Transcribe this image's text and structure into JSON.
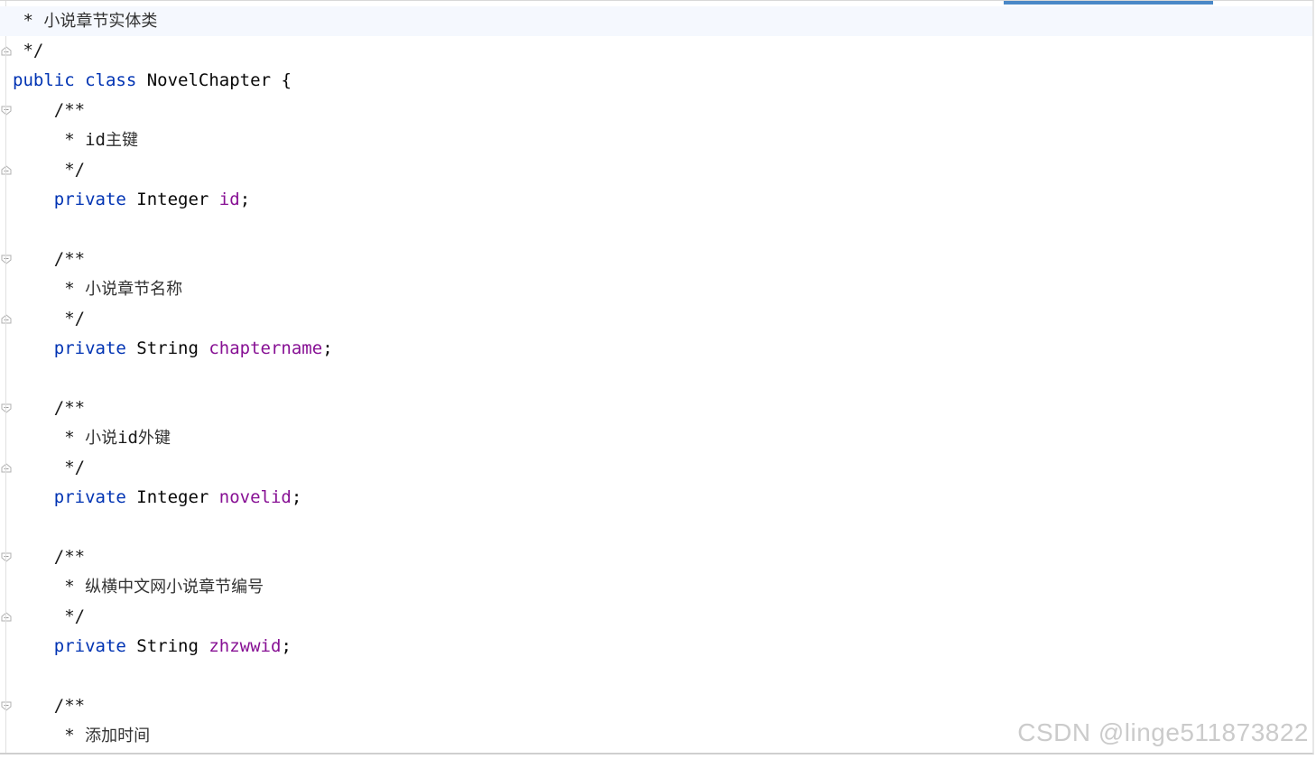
{
  "editor": {
    "lines": [
      {
        "indent": "",
        "parts": [
          {
            "t": "cmt",
            "v": " * "
          },
          {
            "t": "cjk",
            "v": "小说章节实体类"
          }
        ],
        "current": true
      },
      {
        "indent": "",
        "parts": [
          {
            "t": "cmt",
            "v": " */"
          }
        ]
      },
      {
        "indent": "",
        "parts": [
          {
            "t": "kw",
            "v": "public"
          },
          {
            "t": "plain",
            "v": " "
          },
          {
            "t": "kw",
            "v": "class"
          },
          {
            "t": "plain",
            "v": " NovelChapter {"
          }
        ]
      },
      {
        "indent": "    ",
        "parts": [
          {
            "t": "cmt",
            "v": "/**"
          }
        ]
      },
      {
        "indent": "    ",
        "parts": [
          {
            "t": "cmt",
            "v": " * id"
          },
          {
            "t": "cjk",
            "v": "主键"
          }
        ]
      },
      {
        "indent": "    ",
        "parts": [
          {
            "t": "cmt",
            "v": " */"
          }
        ]
      },
      {
        "indent": "    ",
        "parts": [
          {
            "t": "kw",
            "v": "private"
          },
          {
            "t": "plain",
            "v": " Integer "
          },
          {
            "t": "field",
            "v": "id"
          },
          {
            "t": "plain",
            "v": ";"
          }
        ]
      },
      {
        "indent": "",
        "parts": []
      },
      {
        "indent": "    ",
        "parts": [
          {
            "t": "cmt",
            "v": "/**"
          }
        ]
      },
      {
        "indent": "    ",
        "parts": [
          {
            "t": "cmt",
            "v": " * "
          },
          {
            "t": "cjk",
            "v": "小说章节名称"
          }
        ]
      },
      {
        "indent": "    ",
        "parts": [
          {
            "t": "cmt",
            "v": " */"
          }
        ]
      },
      {
        "indent": "    ",
        "parts": [
          {
            "t": "kw",
            "v": "private"
          },
          {
            "t": "plain",
            "v": " String "
          },
          {
            "t": "field",
            "v": "chaptername"
          },
          {
            "t": "plain",
            "v": ";"
          }
        ]
      },
      {
        "indent": "",
        "parts": []
      },
      {
        "indent": "    ",
        "parts": [
          {
            "t": "cmt",
            "v": "/**"
          }
        ]
      },
      {
        "indent": "    ",
        "parts": [
          {
            "t": "cmt",
            "v": " * "
          },
          {
            "t": "cjk",
            "v": "小说"
          },
          {
            "t": "cmt",
            "v": "id"
          },
          {
            "t": "cjk",
            "v": "外键"
          }
        ]
      },
      {
        "indent": "    ",
        "parts": [
          {
            "t": "cmt",
            "v": " */"
          }
        ]
      },
      {
        "indent": "    ",
        "parts": [
          {
            "t": "kw",
            "v": "private"
          },
          {
            "t": "plain",
            "v": " Integer "
          },
          {
            "t": "field",
            "v": "novelid"
          },
          {
            "t": "plain",
            "v": ";"
          }
        ]
      },
      {
        "indent": "",
        "parts": []
      },
      {
        "indent": "    ",
        "parts": [
          {
            "t": "cmt",
            "v": "/**"
          }
        ]
      },
      {
        "indent": "    ",
        "parts": [
          {
            "t": "cmt",
            "v": " * "
          },
          {
            "t": "cjk",
            "v": "纵横中文网小说章节编号"
          }
        ]
      },
      {
        "indent": "    ",
        "parts": [
          {
            "t": "cmt",
            "v": " */"
          }
        ]
      },
      {
        "indent": "    ",
        "parts": [
          {
            "t": "kw",
            "v": "private"
          },
          {
            "t": "plain",
            "v": " String "
          },
          {
            "t": "field",
            "v": "zhzwwid"
          },
          {
            "t": "plain",
            "v": ";"
          }
        ]
      },
      {
        "indent": "",
        "parts": []
      },
      {
        "indent": "    ",
        "parts": [
          {
            "t": "cmt",
            "v": "/**"
          }
        ]
      },
      {
        "indent": "    ",
        "parts": [
          {
            "t": "cmt",
            "v": " * "
          },
          {
            "t": "cjk",
            "v": "添加时间"
          }
        ]
      }
    ],
    "fold_markers": [
      {
        "line": 1,
        "kind": "end"
      },
      {
        "line": 3,
        "kind": "start"
      },
      {
        "line": 5,
        "kind": "end"
      },
      {
        "line": 8,
        "kind": "start"
      },
      {
        "line": 10,
        "kind": "end"
      },
      {
        "line": 13,
        "kind": "start"
      },
      {
        "line": 15,
        "kind": "end"
      },
      {
        "line": 18,
        "kind": "start"
      },
      {
        "line": 20,
        "kind": "end"
      },
      {
        "line": 23,
        "kind": "start"
      }
    ]
  },
  "watermark": "CSDN @linge511873822",
  "colors": {
    "keyword": "#0033b3",
    "field": "#871094",
    "text": "#080808",
    "current_line": "#f5f8fe",
    "scroll_indicator": "#4a88c7"
  },
  "icons": {
    "fold_start": "fold-start-icon",
    "fold_end": "fold-end-icon"
  }
}
